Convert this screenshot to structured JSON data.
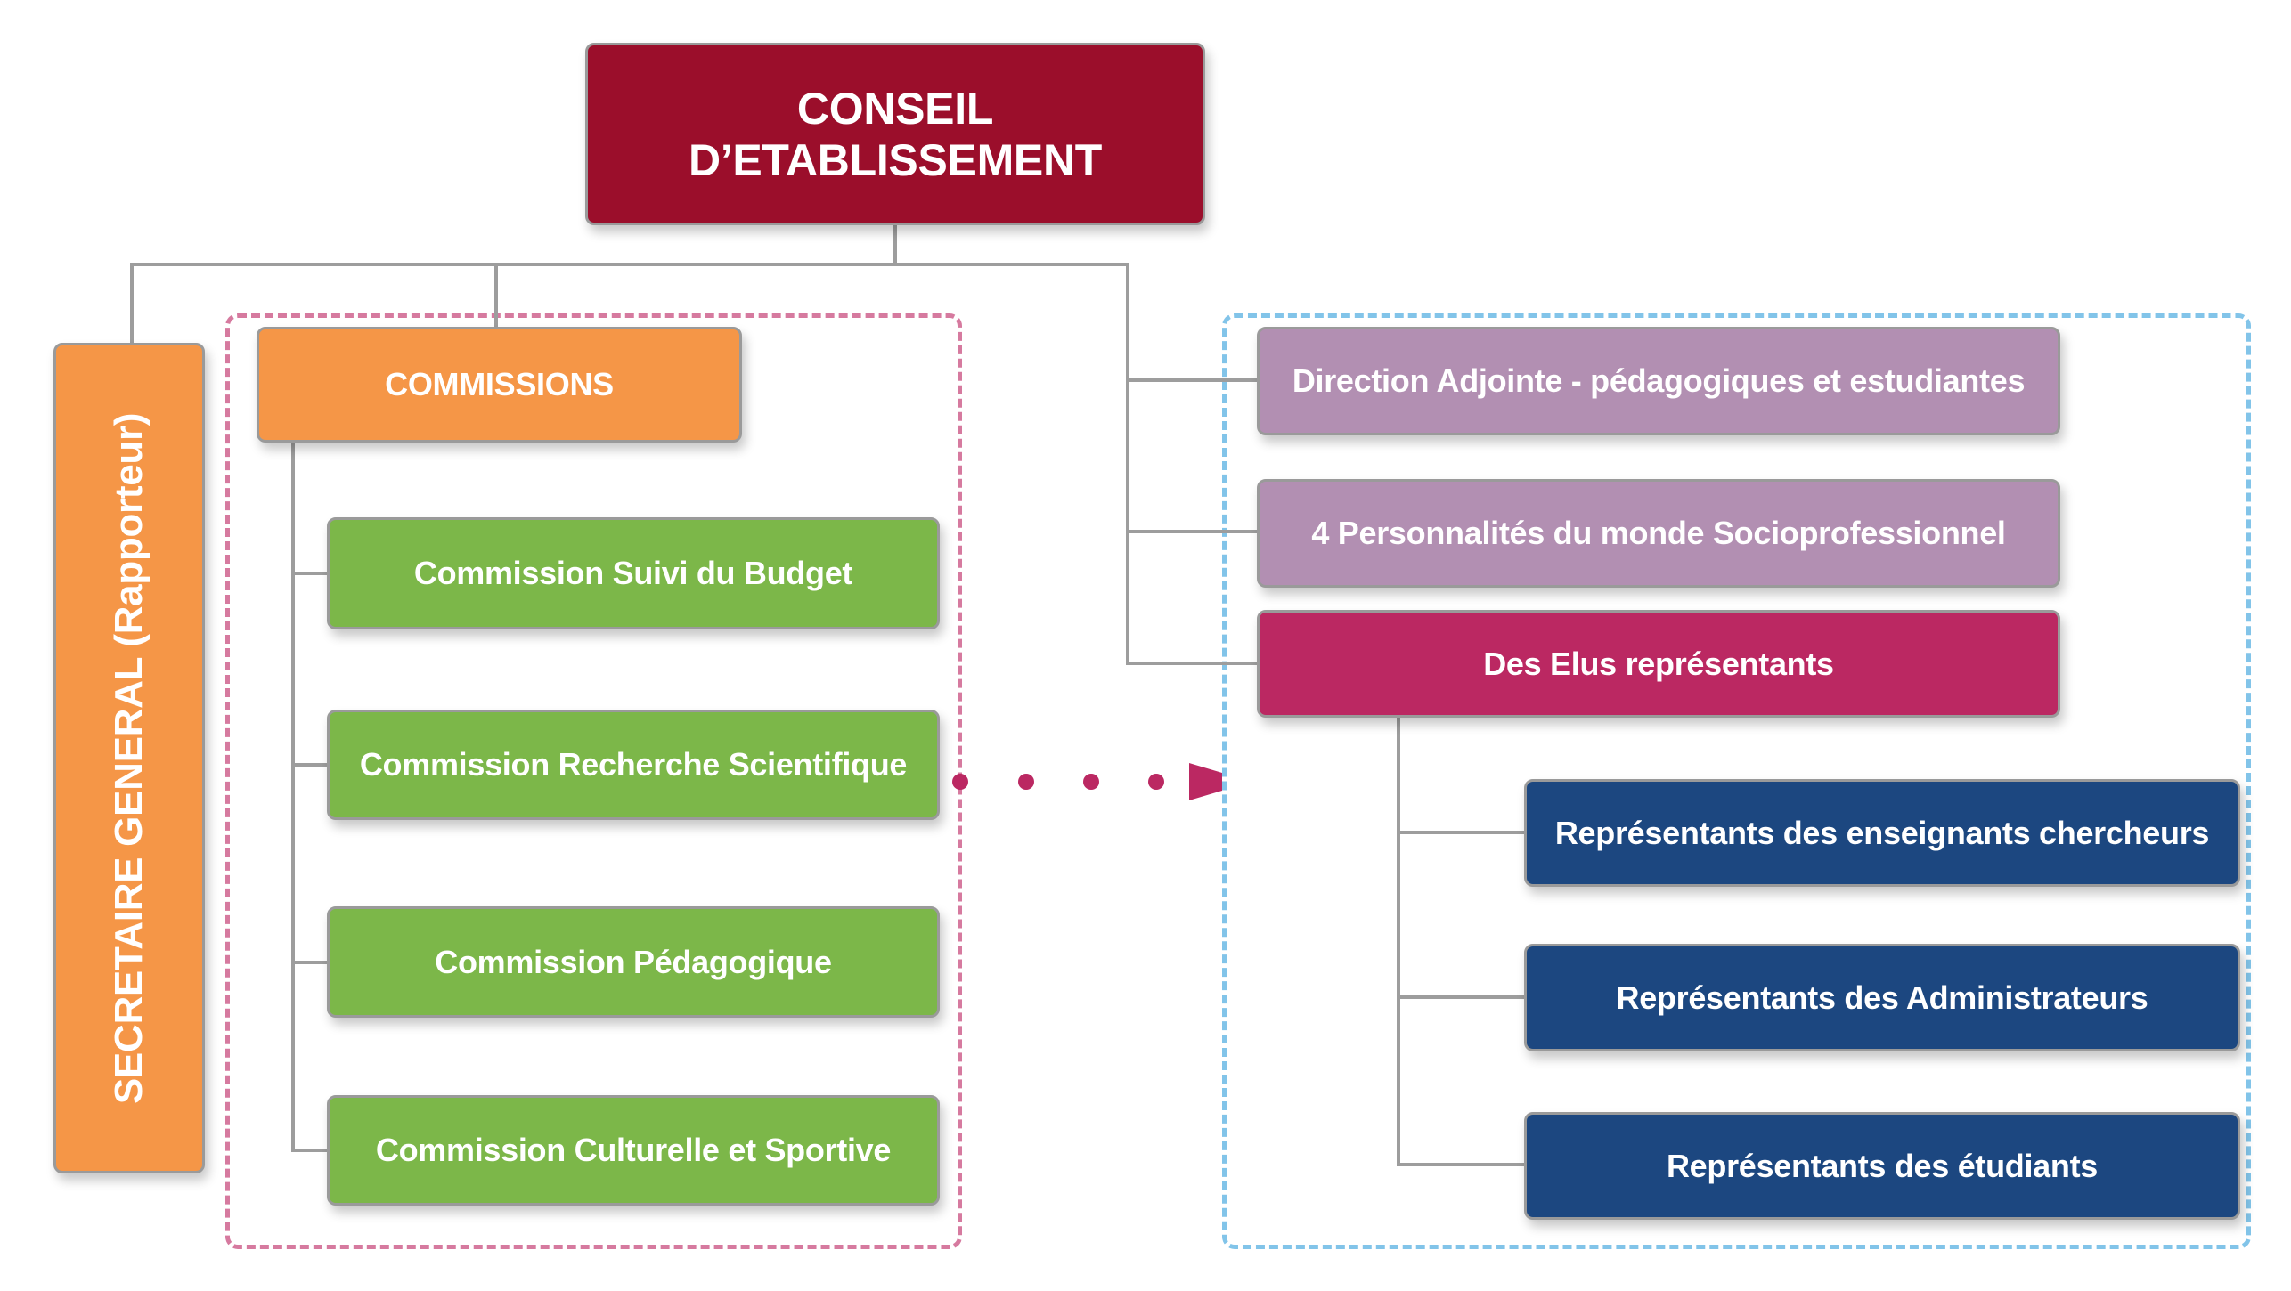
{
  "colors": {
    "root": "#9B0E2B",
    "orange": "#F59647",
    "green": "#7CB749",
    "mauve": "#B28FB2",
    "magenta": "#BB2862",
    "navy": "#1C4780",
    "pink_dashed": "#D67A9F",
    "blue_dashed": "#82C4E9",
    "connector": "#9D9D9D"
  },
  "root": {
    "label": "CONSEIL D’ETABLISSEMENT"
  },
  "secretaire": {
    "label": "SECRETAIRE GENERAL (Rapporteur)"
  },
  "commissions": {
    "label": "COMMISSIONS",
    "items": [
      {
        "label": "Commission Suivi du Budget"
      },
      {
        "label": "Commission Recherche Scientifique"
      },
      {
        "label": "Commission Pédagogique"
      },
      {
        "label": "Commission Culturelle et Sportive"
      }
    ]
  },
  "members": {
    "items": [
      {
        "label": "Direction Adjointe - pédagogiques et estudiantes"
      },
      {
        "label": "4 Personnalités du monde Socioprofessionnel"
      },
      {
        "label": "Des Elus représentants"
      }
    ],
    "elus": [
      {
        "label": "Représentants des enseignants chercheurs"
      },
      {
        "label": "Représentants des Administrateurs"
      },
      {
        "label": "Représentants des étudiants"
      }
    ]
  },
  "relation_arrow": {
    "style": "dotted",
    "from": "commissions-group",
    "to": "members-group"
  }
}
